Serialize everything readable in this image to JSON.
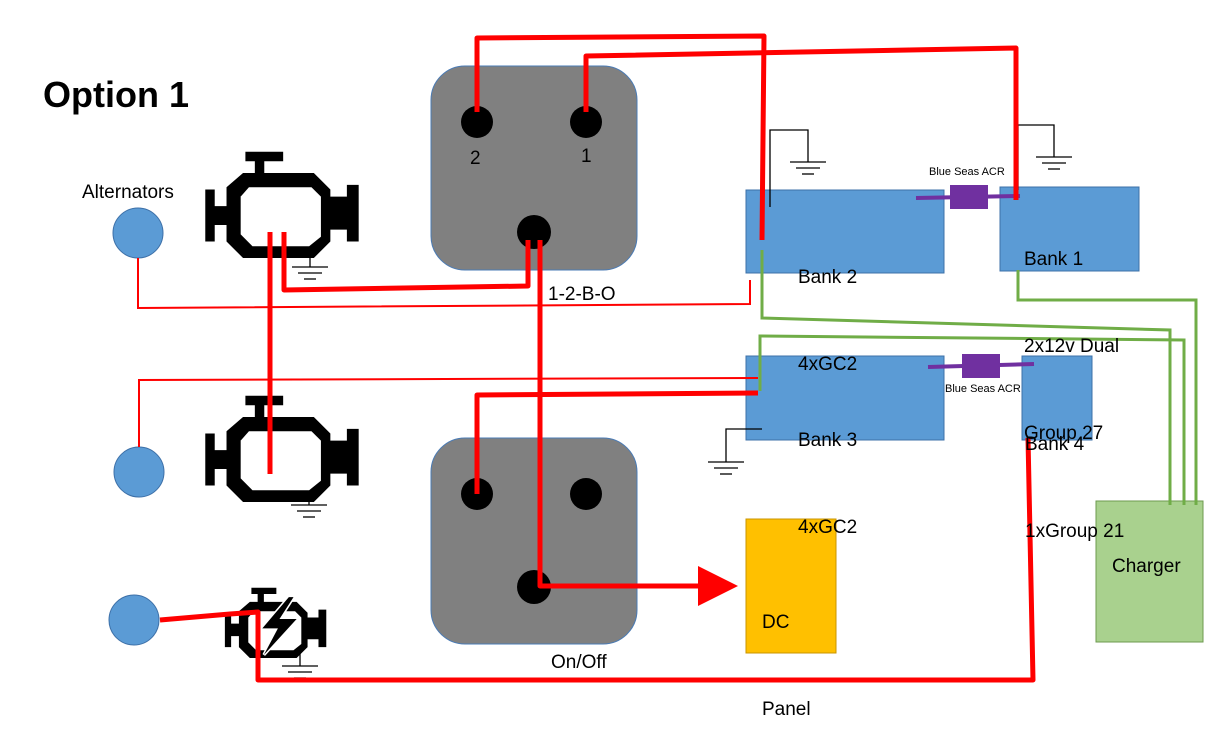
{
  "title": "Option 1",
  "labels": {
    "alternators": "Alternators",
    "switch1_name": "1-2-B-O",
    "switch1_post2": "2",
    "switch1_post1": "1",
    "switch2_name": "On/Off",
    "acr_top": "Blue Seas ACR",
    "acr_bottom": "Blue Seas ACR"
  },
  "banks": {
    "bank1": {
      "line1": "Bank 1",
      "line2": "2x12v Dual",
      "line3": "Group 27"
    },
    "bank2": {
      "line1": "Bank 2",
      "line2": "4xGC2"
    },
    "bank3": {
      "line1": "Bank 3",
      "line2": "4xGC2"
    },
    "bank4": {
      "line1": "Bank 4",
      "line2": "1xGroup 21"
    }
  },
  "dc_panel": {
    "line1": "DC",
    "line2": "Panel"
  },
  "charger": "Charger",
  "icons": {
    "engine1": "engine-icon",
    "engine2": "engine-icon",
    "engine3": "engine-electric-icon",
    "ground": "ground-icon"
  },
  "colors": {
    "positive_wire": "#ff0000",
    "negative_wire": "#ff0000",
    "charger_wire": "#70ad47",
    "acr_color": "#7030a0",
    "battery_fill": "#5b9bd5",
    "switch_fill": "#808080",
    "dc_panel_fill": "#ffc000",
    "charger_fill": "#a9d18e"
  }
}
